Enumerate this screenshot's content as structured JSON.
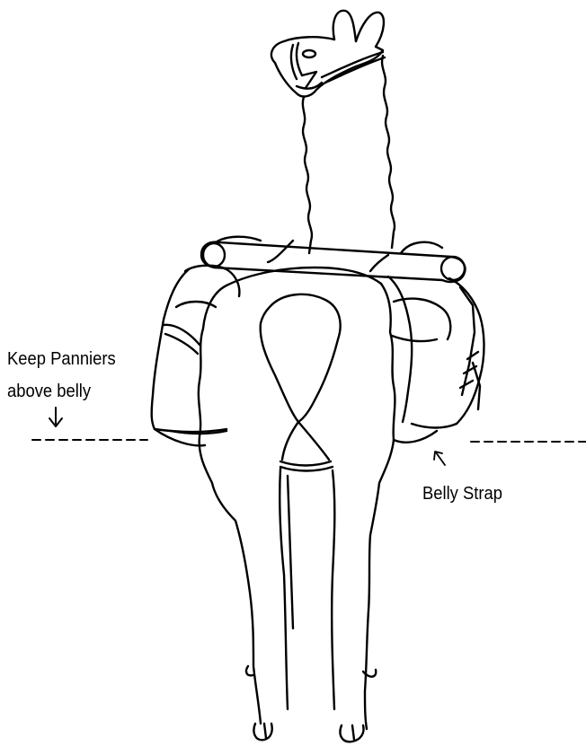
{
  "annotations": {
    "panniers_line1": "Keep Panniers",
    "panniers_line2": "above belly",
    "belly_strap": "Belly Strap"
  },
  "icons": {
    "panniers_arrow": "arrow-down-icon",
    "belly_arrow": "arrow-up-left-icon"
  },
  "colors": {
    "ink": "#000000",
    "background": "#ffffff"
  }
}
